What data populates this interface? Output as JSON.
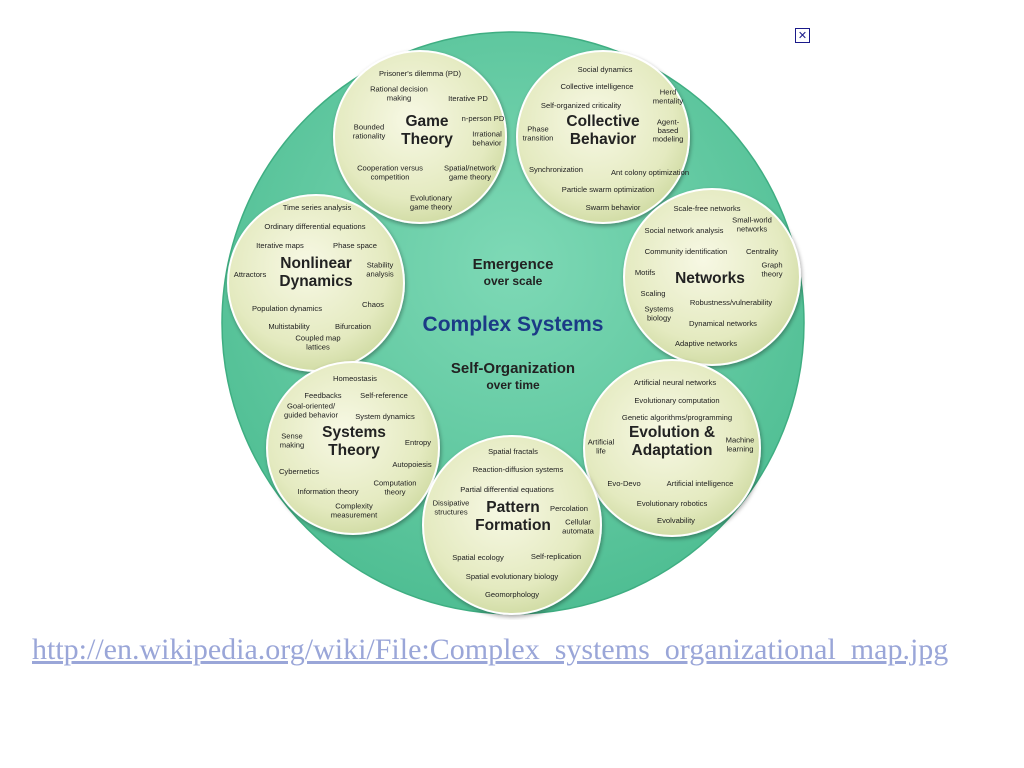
{
  "center": {
    "title": "Complex Systems",
    "top_main": "Emergence",
    "top_sub": "over scale",
    "bottom_main": "Self-Organization",
    "bottom_sub": "over time"
  },
  "colors": {
    "big_circle": "#5dc8a0",
    "small_circle": "#e6ebc4",
    "title": "#1b3a86"
  },
  "clusters": [
    {
      "id": "game-theory",
      "title": [
        "Game",
        "Theory"
      ],
      "topics": [
        [
          "Prisoner's dilemma (PD)"
        ],
        [
          "Rational decision",
          "making"
        ],
        [
          "Iterative PD"
        ],
        [
          "n-person PD"
        ],
        [
          "Bounded",
          "rationality"
        ],
        [
          "Irrational",
          "behavior"
        ],
        [
          "Cooperation versus",
          "competition"
        ],
        [
          "Spatial/network",
          "game theory"
        ],
        [
          "Evolutionary",
          "game theory"
        ]
      ]
    },
    {
      "id": "collective-behavior",
      "title": [
        "Collective",
        "Behavior"
      ],
      "topics": [
        [
          "Social dynamics"
        ],
        [
          "Collective intelligence"
        ],
        [
          "Self-organized criticality"
        ],
        [
          "Herd",
          "mentality"
        ],
        [
          "Phase",
          "transition"
        ],
        [
          "Agent-",
          "based",
          "modeling"
        ],
        [
          "Synchronization"
        ],
        [
          "Ant colony optimization"
        ],
        [
          "Particle swarm optimization"
        ],
        [
          "Swarm behavior"
        ]
      ]
    },
    {
      "id": "networks",
      "title": [
        "Networks"
      ],
      "topics": [
        [
          "Scale-free networks"
        ],
        [
          "Social network analysis"
        ],
        [
          "Small-world",
          "networks"
        ],
        [
          "Community identification"
        ],
        [
          "Centrality"
        ],
        [
          "Motifs"
        ],
        [
          "Graph",
          "theory"
        ],
        [
          "Scaling"
        ],
        [
          "Robustness/vulnerability"
        ],
        [
          "Systems",
          "biology"
        ],
        [
          "Dynamical networks"
        ],
        [
          "Adaptive networks"
        ]
      ]
    },
    {
      "id": "nonlinear-dynamics",
      "title": [
        "Nonlinear",
        "Dynamics"
      ],
      "topics": [
        [
          "Time series analysis"
        ],
        [
          "Ordinary differential equations"
        ],
        [
          "Iterative maps"
        ],
        [
          "Phase space"
        ],
        [
          "Attractors"
        ],
        [
          "Stability",
          "analysis"
        ],
        [
          "Population dynamics"
        ],
        [
          "Chaos"
        ],
        [
          "Multistability"
        ],
        [
          "Bifurcation"
        ],
        [
          "Coupled map",
          "lattices"
        ]
      ]
    },
    {
      "id": "evolution-adaptation",
      "title": [
        "Evolution &",
        "Adaptation"
      ],
      "topics": [
        [
          "Artificial neural networks"
        ],
        [
          "Evolutionary computation"
        ],
        [
          "Genetic algorithms/programming"
        ],
        [
          "Artificial",
          "life"
        ],
        [
          "Machine",
          "learning"
        ],
        [
          "Evo-Devo"
        ],
        [
          "Artificial intelligence"
        ],
        [
          "Evolutionary robotics"
        ],
        [
          "Evolvability"
        ]
      ]
    },
    {
      "id": "systems-theory",
      "title": [
        "Systems",
        "Theory"
      ],
      "topics": [
        [
          "Homeostasis"
        ],
        [
          "Feedbacks"
        ],
        [
          "Self-reference"
        ],
        [
          "Goal-oriented/",
          "guided behavior"
        ],
        [
          "System dynamics"
        ],
        [
          "Sense",
          "making"
        ],
        [
          "Entropy"
        ],
        [
          "Cybernetics"
        ],
        [
          "Autopoiesis"
        ],
        [
          "Information theory"
        ],
        [
          "Computation",
          "theory"
        ],
        [
          "Complexity",
          "measurement"
        ]
      ]
    },
    {
      "id": "pattern-formation",
      "title": [
        "Pattern",
        "Formation"
      ],
      "topics": [
        [
          "Spatial fractals"
        ],
        [
          "Reaction-diffusion systems"
        ],
        [
          "Partial differential equations"
        ],
        [
          "Dissipative",
          "structures"
        ],
        [
          "Percolation"
        ],
        [
          "Cellular",
          "automata"
        ],
        [
          "Spatial ecology"
        ],
        [
          "Self-replication"
        ],
        [
          "Spatial evolutionary biology"
        ],
        [
          "Geomorphology"
        ]
      ]
    }
  ],
  "close_icon": "close-icon",
  "source_link": "http://en.wikipedia.org/wiki/File:Complex_systems_organizational_map.jpg"
}
